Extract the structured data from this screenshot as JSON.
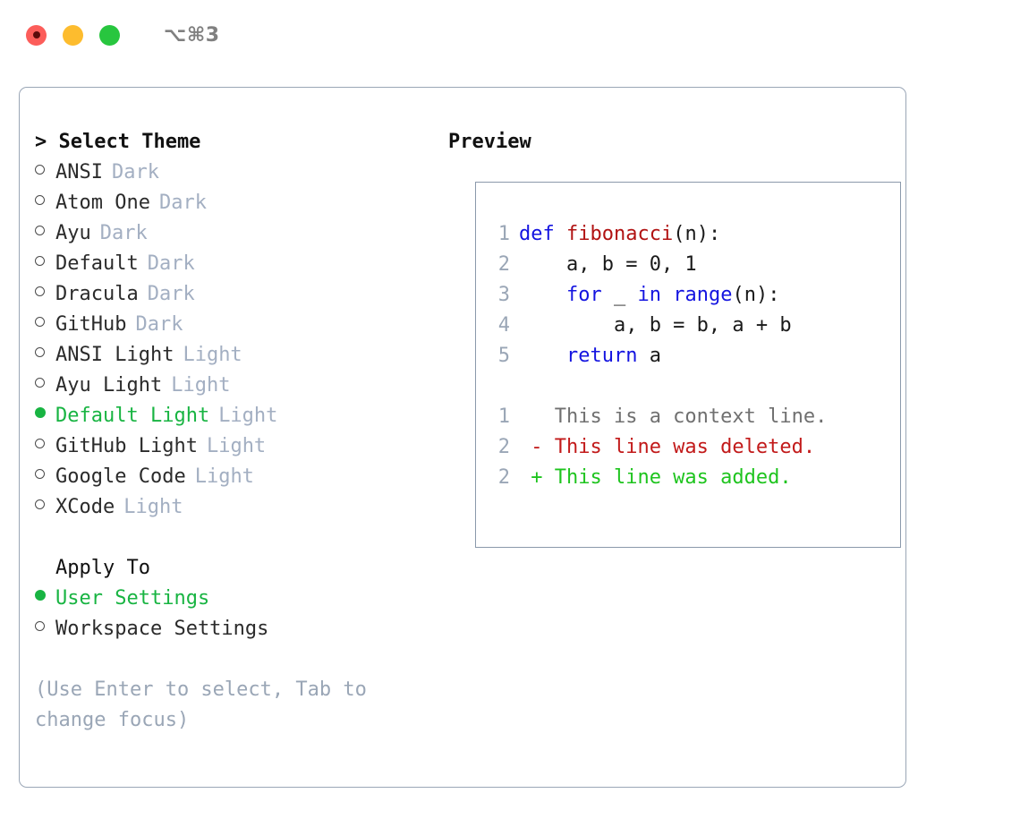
{
  "window": {
    "title": "⌥⌘3",
    "lights": [
      {
        "name": "close",
        "color": "#fc5d5a"
      },
      {
        "name": "minimize",
        "color": "#fdbc2e"
      },
      {
        "name": "maximize",
        "color": "#28c63f"
      }
    ]
  },
  "theme_panel": {
    "header": "> Select Theme",
    "options": [
      {
        "bullet": "o",
        "label": "ANSI",
        "tag": "Dark",
        "selected": false
      },
      {
        "bullet": "o",
        "label": "Atom One",
        "tag": "Dark",
        "selected": false
      },
      {
        "bullet": "o",
        "label": "Ayu",
        "tag": "Dark",
        "selected": false
      },
      {
        "bullet": "o",
        "label": "Default",
        "tag": "Dark",
        "selected": false
      },
      {
        "bullet": "o",
        "label": "Dracula",
        "tag": "Dark",
        "selected": false
      },
      {
        "bullet": "o",
        "label": "GitHub",
        "tag": "Dark",
        "selected": false
      },
      {
        "bullet": "o",
        "label": "ANSI Light",
        "tag": "Light",
        "selected": false
      },
      {
        "bullet": "o",
        "label": "Ayu Light",
        "tag": "Light",
        "selected": false
      },
      {
        "bullet": "●",
        "label": "Default Light",
        "tag": "Light",
        "selected": true
      },
      {
        "bullet": "o",
        "label": "GitHub Light",
        "tag": "Light",
        "selected": false
      },
      {
        "bullet": "o",
        "label": "Google Code",
        "tag": "Light",
        "selected": false
      },
      {
        "bullet": "o",
        "label": "XCode",
        "tag": "Light",
        "selected": false
      }
    ]
  },
  "apply_to": {
    "header": "Apply To",
    "options": [
      {
        "bullet": "●",
        "label": "User Settings",
        "selected": true
      },
      {
        "bullet": "o",
        "label": "Workspace Settings",
        "selected": false
      }
    ]
  },
  "hint": "(Use Enter to select, Tab to change focus)",
  "preview": {
    "header": "Preview",
    "code_lines": [
      {
        "no": "1",
        "tokens": [
          {
            "t": "def ",
            "c": "kw"
          },
          {
            "t": "fibonacci",
            "c": "fn"
          },
          {
            "t": "(n):",
            "c": "txt"
          }
        ]
      },
      {
        "no": "2",
        "tokens": [
          {
            "t": "    a, b = 0, 1",
            "c": "txt"
          }
        ]
      },
      {
        "no": "3",
        "tokens": [
          {
            "t": "    ",
            "c": "txt"
          },
          {
            "t": "for",
            "c": "kw"
          },
          {
            "t": " _ ",
            "c": "txt"
          },
          {
            "t": "in range",
            "c": "kw"
          },
          {
            "t": "(n):",
            "c": "txt"
          }
        ]
      },
      {
        "no": "4",
        "tokens": [
          {
            "t": "        a, b = b, a + b",
            "c": "txt"
          }
        ]
      },
      {
        "no": "5",
        "tokens": [
          {
            "t": "    ",
            "c": "txt"
          },
          {
            "t": "return",
            "c": "kw"
          },
          {
            "t": " a",
            "c": "txt"
          }
        ]
      }
    ],
    "diff_lines": [
      {
        "no": "1",
        "marker": " ",
        "text": " This is a context line.",
        "kind": "ctx"
      },
      {
        "no": "2",
        "marker": "-",
        "text": " This line was deleted.",
        "kind": "del"
      },
      {
        "no": "2",
        "marker": "+",
        "text": " This line was added.",
        "kind": "add"
      }
    ]
  },
  "colors": {
    "accent_green": "#18b442",
    "tag_gray": "#a3afc2",
    "keyword_blue": "#1414e0",
    "function_red": "#b11212",
    "diff_deleted": "#c21a1a",
    "diff_added": "#1ec41e",
    "border": "#9aa6b6"
  }
}
